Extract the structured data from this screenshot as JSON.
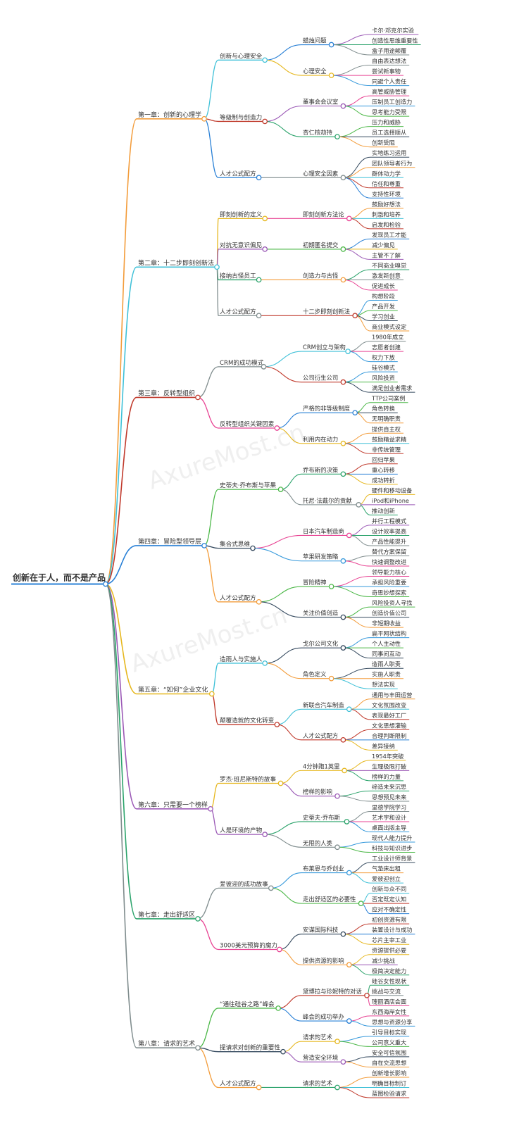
{
  "root": "创新在于人，而不是产品",
  "watermark": "AxureMost.cn",
  "colors": [
    "#f39c3a",
    "#40c1d8",
    "#c0392b",
    "#2980d6",
    "#e6b71e",
    "#9b59b6",
    "#2ba36b",
    "#7f8c8d",
    "#e84393",
    "#3498db",
    "#4cb848",
    "#34495e"
  ],
  "chapters": [
    {
      "label": "第一章：创新的心理学",
      "sections": [
        {
          "label": "创新与心理安全",
          "subs": [
            {
              "label": "蜡烛问题",
              "leaves": [
                "卡尔·邓克尔实验",
                "创造性思维重要性",
                "盒子用途颠覆"
              ]
            },
            {
              "label": "心理安全",
              "leaves": [
                "自由表达想法",
                "尝试新事物",
                "同避个人责任"
              ]
            }
          ]
        },
        {
          "label": "等级制与创造力",
          "subs": [
            {
              "label": "董事会会议室",
              "leaves": [
                "高管威胁管理",
                "压制员工创造力",
                "思考能力受限"
              ]
            },
            {
              "label": "杏仁核劫持",
              "leaves": [
                "压力和威胁",
                "员工选择顺从",
                "创新受阻"
              ]
            }
          ]
        },
        {
          "label": "人才公式配方",
          "subs": [
            {
              "label": "心理安全因素",
              "leaves": [
                "实地练习运用",
                "团队领导者行为",
                "群体动力学",
                "信任和尊重",
                "支持性环境"
              ]
            }
          ]
        }
      ]
    },
    {
      "label": "第二章：十二步即刻创新法",
      "sections": [
        {
          "label": "即刻创新的定义",
          "subs": [
            {
              "label": "即刻创新方法论",
              "leaves": [
                "鼓励好想法",
                "刺激和培养",
                "启发和检验"
              ]
            }
          ]
        },
        {
          "label": "对抗无意识偏见",
          "subs": [
            {
              "label": "初期匿名提交",
              "leaves": [
                "发现员工才能",
                "减少偏见",
                "主管不了解"
              ]
            }
          ]
        },
        {
          "label": "接纳古怪员工",
          "subs": [
            {
              "label": "创造力与古怪",
              "leaves": [
                "不同商业嗅觉",
                "激发新创意",
                "促进成长"
              ]
            }
          ]
        },
        {
          "label": "人才公式配方",
          "subs": [
            {
              "label": "十二步即刻创新法",
              "leaves": [
                "构想阶段",
                "产品开发",
                "学习创业",
                "商业模式设定"
              ]
            }
          ]
        }
      ]
    },
    {
      "label": "第三章：反转型组织",
      "sections": [
        {
          "label": "CRM的成功模式",
          "subs": [
            {
              "label": "CRM创立与架构",
              "leaves": [
                "1980年成立",
                "志愿者创建",
                "权力下放"
              ]
            },
            {
              "label": "公司衍生公司",
              "leaves": [
                "硅谷模式",
                "风险投资",
                "满足创业者需求"
              ]
            }
          ]
        },
        {
          "label": "反转型组织关键因素",
          "subs": [
            {
              "label": "严格的非等级制度",
              "leaves": [
                "TTP公司案例",
                "角色转换",
                "无明确职责"
              ]
            },
            {
              "label": "利用内在动力",
              "leaves": [
                "提供自主权",
                "鼓励精益求精",
                "非传统管理"
              ]
            }
          ]
        }
      ]
    },
    {
      "label": "第四章：冒险型领导层",
      "sections": [
        {
          "label": "史蒂夫·乔布斯与苹果",
          "subs": [
            {
              "label": "乔布斯的决策",
              "leaves": [
                "回归苹果",
                "重心转移",
                "成功转折"
              ]
            },
            {
              "label": "托尼·法戴尔的贡献",
              "leaves": [
                "硬件和移动设备",
                "iPod和iPhone",
                "推动创新"
              ]
            }
          ]
        },
        {
          "label": "集合式思维",
          "subs": [
            {
              "label": "日本汽车制造商",
              "leaves": [
                "并行工程模式",
                "设计效率提高",
                "产品性能提升"
              ]
            },
            {
              "label": "苹果研发策略",
              "leaves": [
                "替代方案保留",
                "快速调整改进"
              ]
            }
          ]
        },
        {
          "label": "人才公式配方",
          "subs": [
            {
              "label": "冒险精神",
              "leaves": [
                "领导能力核心",
                "承担风险重要",
                "奇思妙想探索"
              ]
            },
            {
              "label": "关注价值创造",
              "leaves": [
                "风险投资人寻找",
                "创造价值公司",
                "非短期收益"
              ]
            }
          ]
        }
      ]
    },
    {
      "label": "第五章：“如何”企业文化",
      "sections": [
        {
          "label": "造雨人与实施人",
          "subs": [
            {
              "label": "戈尔公司文化",
              "leaves": [
                "扁平网状结构",
                "个人主动性",
                "同事间互动"
              ]
            },
            {
              "label": "角色定义",
              "leaves": [
                "造雨人职责",
                "实施人职责",
                "想法实现"
              ]
            }
          ]
        },
        {
          "label": "颠覆造就的文化转变",
          "subs": [
            {
              "label": "新联合汽车制造",
              "leaves": [
                "通用与丰田运营",
                "文化氛围改变",
                "表现最好工厂"
              ]
            },
            {
              "label": "人才公式配方",
              "leaves": [
                "文化思想灌输",
                "合理判断限制",
                "差异接纳"
              ]
            }
          ]
        }
      ]
    },
    {
      "label": "第六章：只需要一个榜样",
      "sections": [
        {
          "label": "罗杰·班尼斯特的故事",
          "subs": [
            {
              "label": "4分钟跑1英里",
              "leaves": [
                "1954年突破",
                "生理极限打破",
                "榜样的力量"
              ]
            },
            {
              "label": "榜样的影响",
              "leaves": [
                "缔造未来沉思",
                "思想预见未来"
              ]
            }
          ]
        },
        {
          "label": "人是环境的产物",
          "subs": [
            {
              "label": "史蒂夫·乔布斯",
              "leaves": [
                "里德学院学习",
                "艺术字和设计",
                "桌面出版主导"
              ]
            },
            {
              "label": "无限的人类",
              "leaves": [
                "现代人能力提升",
                "科技与知识进步"
              ]
            }
          ]
        }
      ]
    },
    {
      "label": "第七章：走出舒适区",
      "sections": [
        {
          "label": "爱彼迎的成功故事",
          "subs": [
            {
              "label": "布莱恩与乔创业",
              "leaves": [
                "工业设计师背景",
                "气垫床出租",
                "爱彼迎创立"
              ]
            },
            {
              "label": "走出舒适区的必要性",
              "leaves": [
                "创新与众不同",
                "否定既定认知",
                "应对不确定性"
              ]
            }
          ]
        },
        {
          "label": "3000美元预算的魔力",
          "subs": [
            {
              "label": "安谋国际科技",
              "leaves": [
                "初创资源有限",
                "装置设计与成功",
                "芯片主宰工业"
              ]
            },
            {
              "label": "提供资源的影响",
              "leaves": [
                "资源提供必要",
                "减少挑战",
                "极简决定能力"
              ]
            }
          ]
        }
      ]
    },
    {
      "label": "第八章：请求的艺术",
      "sections": [
        {
          "label": "“通往硅谷之路”峰会",
          "subs": [
            {
              "label": "黛博拉与珍妮特的对话",
              "leaves": [
                "硅谷女性现状",
                "挑战与交流",
                "瑰丽酒店会面"
              ]
            },
            {
              "label": "峰会的成功举办",
              "leaves": [
                "东西海岸女性",
                "思想与资源分享"
              ]
            }
          ]
        },
        {
          "label": "提请求对创新的重要性",
          "subs": [
            {
              "label": "请求的艺术",
              "leaves": [
                "引导目标实现",
                "公司意义重大"
              ]
            },
            {
              "label": "营造安全环境",
              "leaves": [
                "安全可信氛围",
                "自在交流思想"
              ]
            }
          ]
        },
        {
          "label": "人才公式配方",
          "subs": [
            {
              "label": "请求的艺术",
              "leaves": [
                "创新增长影响",
                "明确目标制订",
                "蓝图检验请求"
              ]
            }
          ]
        }
      ]
    }
  ]
}
